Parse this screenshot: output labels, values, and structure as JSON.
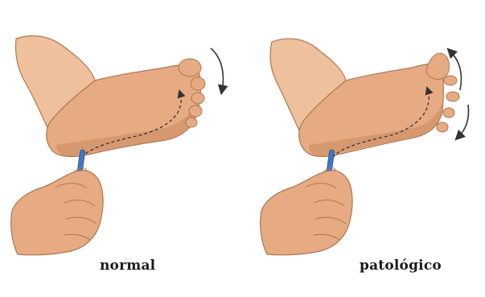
{
  "panels": [
    {
      "id": "normal",
      "caption": "normal"
    },
    {
      "id": "patologico",
      "caption": "patológico"
    }
  ],
  "colors": {
    "skin": "#e6ab82",
    "skin_light": "#f0c29e",
    "skin_shadow": "#c98a61",
    "outline": "#b07650",
    "instrument": "#3f79c8",
    "arrow": "#333333"
  }
}
